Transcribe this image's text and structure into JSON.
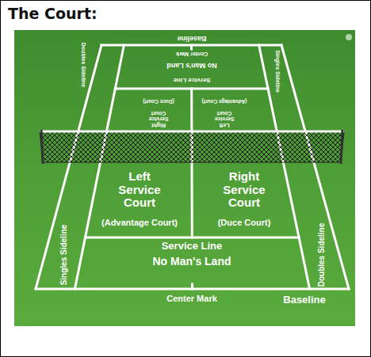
{
  "diagram": {
    "title": "The Court:",
    "labels": [
      "Baseline",
      "Center Mark",
      "No Man's Land",
      "Service Line",
      "Doubles Sideline",
      "Singles Sideline",
      "Right Service Court",
      "(Duce Court)",
      "Left Service Court",
      "(Advantage Court)",
      "Left Service Court",
      "(Advantage Court)",
      "Right Service Court",
      "(Duce Court)",
      "Singles Sideline",
      "Doubles Sideline",
      "Service Line",
      "No Man's Land",
      "Center Mark",
      "Baseline"
    ]
  }
}
